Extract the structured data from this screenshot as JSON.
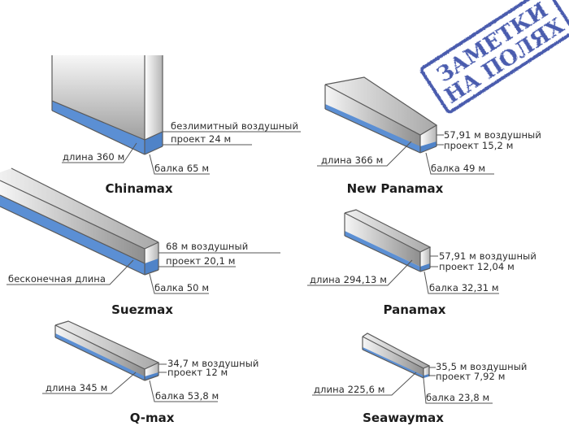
{
  "stamp": {
    "line1": "ЗАМЕТКИ",
    "line2": "НА ПОЛЯХ",
    "color": "#3a4fa8"
  },
  "colors": {
    "keel_blue": "#5b8fd4",
    "hull_light": "#f4f4f4",
    "hull_dark": "#9a9a9a",
    "outline": "#5a5a5a"
  },
  "ships": [
    {
      "name": "Chinamax",
      "length": "длина 360 м",
      "air_draft": "безлимитный воздушный",
      "draft": "проект 24 м",
      "beam": "балка 65 м"
    },
    {
      "name": "New Panamax",
      "length": "длина 366 м",
      "air_draft": "57,91 м воздушный",
      "draft": "проект 15,2 м",
      "beam": "балка 49 м"
    },
    {
      "name": "Suezmax",
      "length": "бесконечная длина",
      "air_draft": "68 м воздушный",
      "draft": "проект 20,1 м",
      "beam": "балка 50 м"
    },
    {
      "name": "Panamax",
      "length": "длина 294,13 м",
      "air_draft": "57,91 м воздушный",
      "draft": "проект 12,04 м",
      "beam": "балка 32,31 м"
    },
    {
      "name": "Q-max",
      "length": "длина 345 м",
      "air_draft": "34,7 м воздушный",
      "draft": "проект 12 м",
      "beam": "балка 53,8 м"
    },
    {
      "name": "Seawaymax",
      "length": "длина 225,6 м",
      "air_draft": "35,5 м воздушный",
      "draft": "проект 7,92 м",
      "beam": "балка 23,8 м"
    }
  ]
}
